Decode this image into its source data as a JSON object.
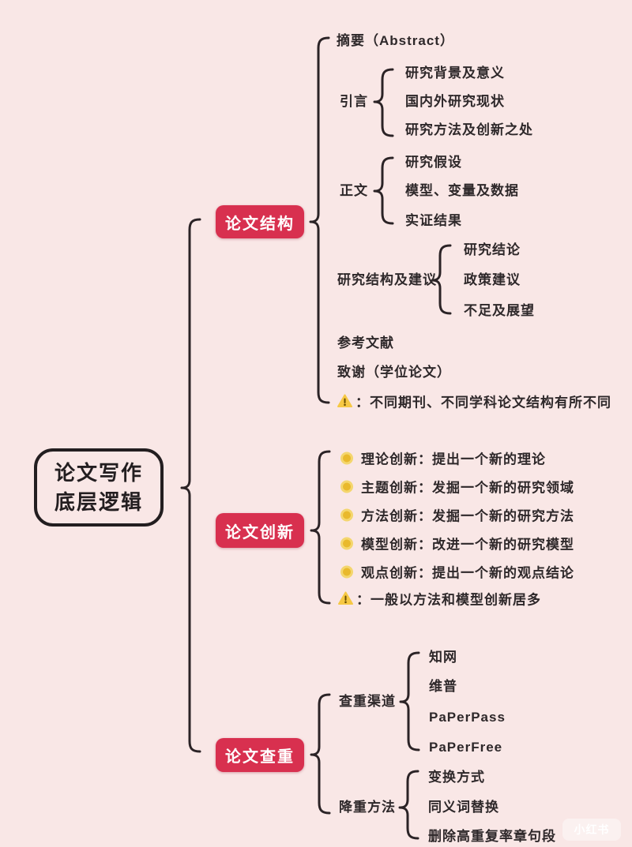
{
  "colors": {
    "background": "#f9e7e6",
    "branch_box": "#d8304f",
    "branch_box_text": "#ffffff",
    "line": "#2b2326",
    "text": "#2e282a",
    "bullet": "#e9b92c",
    "warning_triangle": "#f6c844"
  },
  "root": {
    "line1": "论文写作",
    "line2": "底层逻辑"
  },
  "structure": {
    "label": "论文结构",
    "abstract": "摘要（Abstract）",
    "intro": {
      "label": "引言",
      "children": [
        "研究背景及意义",
        "国内外研究现状",
        "研究方法及创新之处"
      ]
    },
    "body": {
      "label": "正文",
      "children": [
        "研究假设",
        "模型、变量及数据",
        "实证结果"
      ]
    },
    "conclusion": {
      "label": "研究结构及建议",
      "children": [
        "研究结论",
        "政策建议",
        "不足及展望"
      ]
    },
    "references": "参考文献",
    "acknowledgement": "致谢（学位论文）",
    "note": "：不同期刊、不同学科论文结构有所不同"
  },
  "innovation": {
    "label": "论文创新",
    "items": [
      "理论创新：提出一个新的理论",
      "主题创新：发掘一个新的研究领域",
      "方法创新：发掘一个新的研究方法",
      "模型创新：改进一个新的研究模型",
      "观点创新：提出一个新的观点结论"
    ],
    "note": "：一般以方法和模型创新居多"
  },
  "check": {
    "label": "论文查重",
    "channels": {
      "label": "查重渠道",
      "children": [
        "知网",
        "维普",
        "PaPerPass",
        "PaPerFree"
      ]
    },
    "reduce": {
      "label": "降重方法",
      "children": [
        "变换方式",
        "同义词替换",
        "删除高重复率章句段"
      ]
    }
  },
  "watermark": "小红书"
}
